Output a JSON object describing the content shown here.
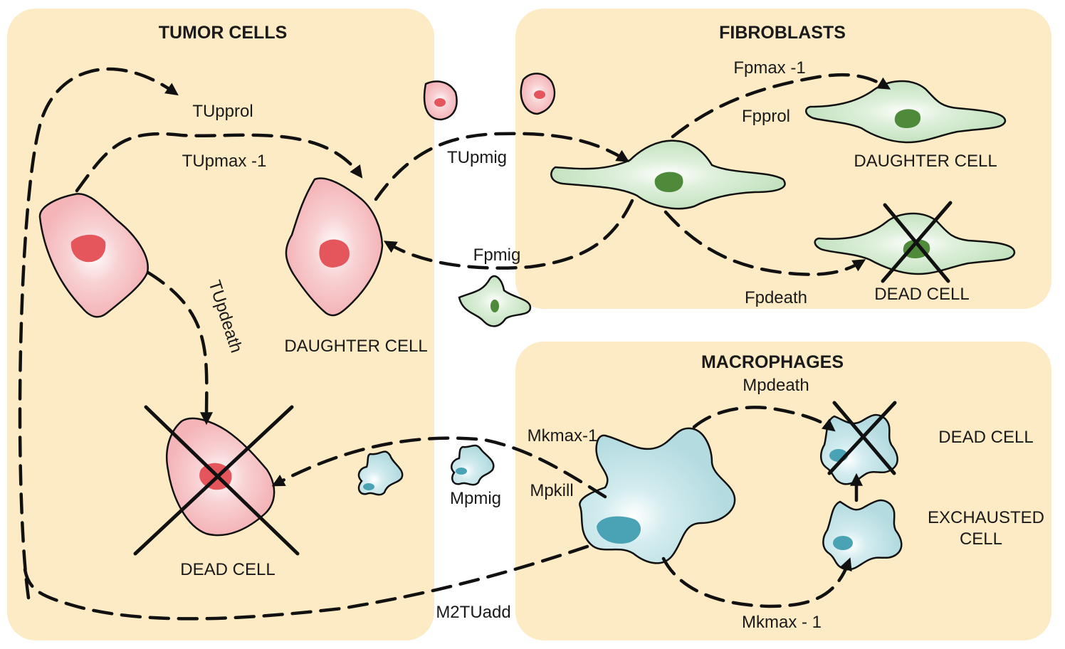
{
  "colors": {
    "panel_fill": "#fdebc5",
    "tumor_fill": "#f4b4b8",
    "tumor_nucleus": "#e5555c",
    "fibro_fill": "#c3e2bf",
    "fibro_nucleus": "#4f8a3a",
    "macro_fill": "#b3dbe0",
    "macro_nucleus": "#4aa3b5",
    "arrow": "#111111"
  },
  "panels": {
    "tumor": {
      "title": "TUMOR CELLS"
    },
    "fibro": {
      "title": "FIBROBLASTS"
    },
    "macro": {
      "title": "MACROPHAGES"
    }
  },
  "cell_labels": {
    "tumor_daughter": "DAUGHTER CELL",
    "tumor_dead": "DEAD CELL",
    "fibro_daughter": "DAUGHTER CELL",
    "fibro_dead": "DEAD CELL",
    "macro_dead": "DEAD CELL",
    "macro_exhausted_line1": "EXCHAUSTED",
    "macro_exhausted_line2": "CELL"
  },
  "rates": {
    "tu_prol": "TUpprol",
    "tu_max": "TUpmax -1",
    "tu_death": "TUpdeath",
    "tu_mig": "TUpmig",
    "fp_max": "Fpmax -1",
    "fp_prol": "Fpprol",
    "fp_death": "Fpdeath",
    "fp_mig": "Fpmig",
    "mp_death": "Mpdeath",
    "mk_max_top": "Mkmax-1",
    "mp_kill": "Mpkill",
    "mp_mig": "Mpmig",
    "mk_max_bottom": "Mkmax - 1",
    "m2tu_add": "M2TUadd"
  }
}
